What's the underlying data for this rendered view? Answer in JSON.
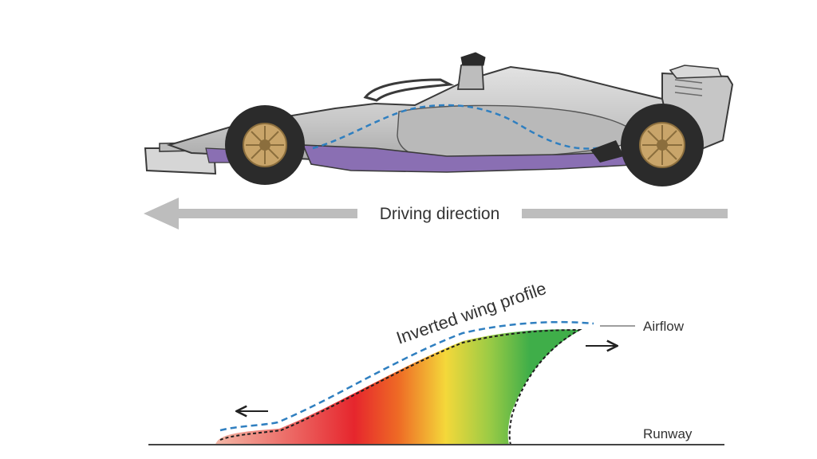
{
  "labels": {
    "driving_direction": "Driving direction",
    "wing_profile": "Inverted wing profile",
    "airflow": "Airflow",
    "runway": "Runway"
  },
  "colors": {
    "car_body": "#c9c9c9",
    "car_outline": "#3a3a3a",
    "floor": "#8a6fb3",
    "tire": "#2b2b2b",
    "rim": "#c9a56a",
    "airflow_line": "#2f7fc0",
    "arrow": "#bdbdbd",
    "gradient_red": "#e6262d",
    "gradient_yellow": "#f4d83a",
    "gradient_green": "#3fae49"
  }
}
